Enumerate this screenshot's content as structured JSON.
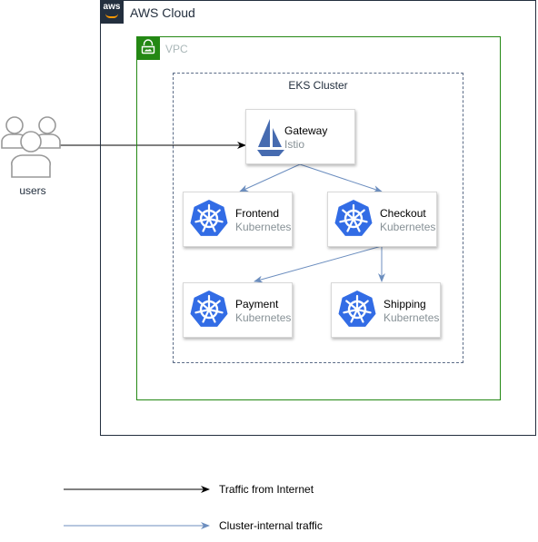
{
  "groups": {
    "aws_cloud_label": "AWS Cloud",
    "aws_badge_text": "aws",
    "vpc_label": "VPC",
    "eks_label": "EKS Cluster"
  },
  "users": {
    "label": "users"
  },
  "nodes": {
    "gateway": {
      "title": "Gateway",
      "subtitle": "Istio",
      "icon": "istio-sail-icon"
    },
    "frontend": {
      "title": "Frontend",
      "subtitle": "Kubernetes",
      "icon": "kubernetes-helm-icon"
    },
    "checkout": {
      "title": "Checkout",
      "subtitle": "Kubernetes",
      "icon": "kubernetes-helm-icon"
    },
    "payment": {
      "title": "Payment",
      "subtitle": "Kubernetes",
      "icon": "kubernetes-helm-icon"
    },
    "shipping": {
      "title": "Shipping",
      "subtitle": "Kubernetes",
      "icon": "kubernetes-helm-icon"
    }
  },
  "edges": [
    {
      "from": "users",
      "to": "gateway",
      "kind": "internet"
    },
    {
      "from": "gateway",
      "to": "frontend",
      "kind": "internal"
    },
    {
      "from": "gateway",
      "to": "checkout",
      "kind": "internal"
    },
    {
      "from": "checkout",
      "to": "payment",
      "kind": "internal"
    },
    {
      "from": "checkout",
      "to": "shipping",
      "kind": "internal"
    }
  ],
  "legend": {
    "internet_label": "Traffic from Internet",
    "internal_label": "Cluster-internal traffic"
  },
  "colors": {
    "aws_dark": "#232F3E",
    "vpc_green": "#248814",
    "kubernetes_blue": "#326CE5",
    "istio_blue": "#466BB0",
    "internal_arrow": "#6C8EBF",
    "internet_arrow": "#000000"
  }
}
